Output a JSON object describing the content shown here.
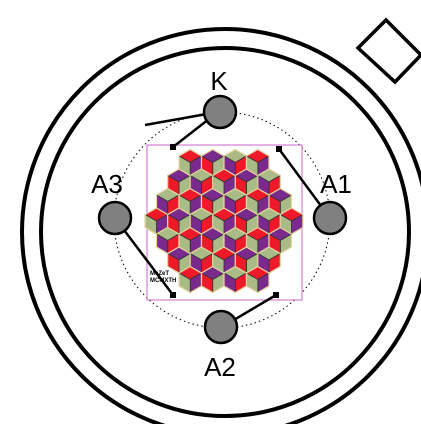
{
  "diagram": {
    "pins": [
      {
        "id": "K",
        "label": "K"
      },
      {
        "id": "A1",
        "label": "A1"
      },
      {
        "id": "A2",
        "label": "A2"
      },
      {
        "id": "A3",
        "label": "A3"
      }
    ],
    "chip_text": [
      "MeZeT",
      "MCMXTH"
    ]
  },
  "colors": {
    "outline": "#000000",
    "pin_fill": "#808080",
    "chip_border": "#cc66cc",
    "hex_red": "#ee1a2a",
    "hex_purple": "#7a2a8c",
    "hex_green": "#aabb88"
  }
}
